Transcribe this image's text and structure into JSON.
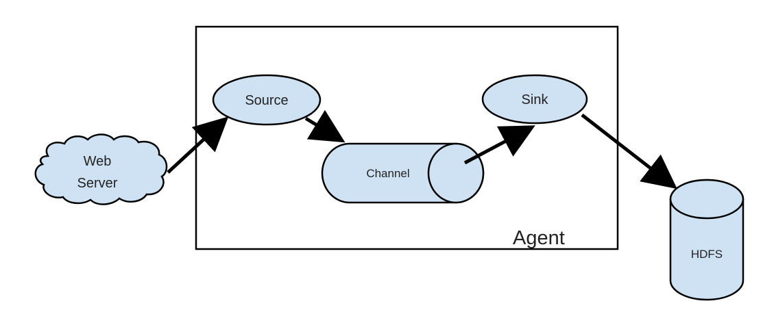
{
  "diagram": {
    "agent_label": "Agent",
    "web_server": {
      "line1": "Web",
      "line2": "Server"
    },
    "source_label": "Source",
    "channel_label": "Channel",
    "sink_label": "Sink",
    "hdfs_label": "HDFS"
  },
  "colors": {
    "node_fill": "#cfe2f3",
    "stroke": "#000000",
    "text": "#222222",
    "background": "#ffffff"
  }
}
